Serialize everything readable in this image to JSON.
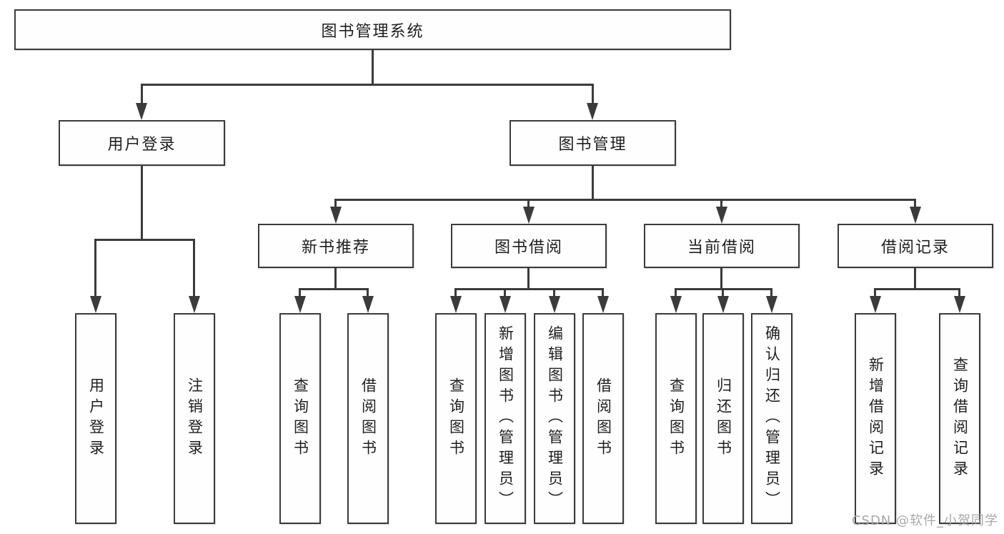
{
  "diagram": {
    "root": {
      "label": "图书管理系统"
    },
    "branches": [
      {
        "label": "用户登录",
        "children": [
          {
            "label": "用户登录"
          },
          {
            "label": "注销登录"
          }
        ]
      },
      {
        "label": "图书管理",
        "children": [
          {
            "label": "新书推荐",
            "children": [
              {
                "label": "查询图书"
              },
              {
                "label": "借阅图书"
              }
            ]
          },
          {
            "label": "图书借阅",
            "children": [
              {
                "label": "查询图书"
              },
              {
                "label": "新增图书（管理员）"
              },
              {
                "label": "编辑图书（管理员）"
              },
              {
                "label": "借阅图书"
              }
            ]
          },
          {
            "label": "当前借阅",
            "children": [
              {
                "label": "查询图书"
              },
              {
                "label": "归还图书"
              },
              {
                "label": "确认归还（管理员）"
              }
            ]
          },
          {
            "label": "借阅记录",
            "children": [
              {
                "label": "新增借阅记录"
              },
              {
                "label": "查询借阅记录"
              }
            ]
          }
        ]
      }
    ]
  },
  "colors": {
    "line": "#3b3b3d",
    "text": "#1f1f21",
    "watermark": "#a8a8ac",
    "background": "#ffffff"
  },
  "watermark": {
    "text": "CSDN @软件_小贺同学"
  }
}
